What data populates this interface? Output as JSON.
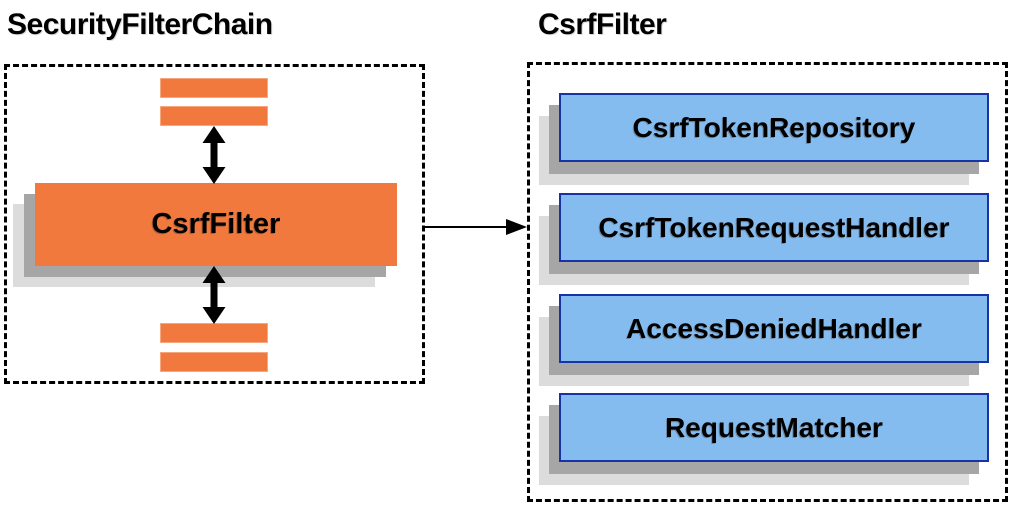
{
  "left_panel": {
    "title": "SecurityFilterChain",
    "csrf_filter_box": {
      "label": "CsrfFilter"
    }
  },
  "right_panel": {
    "title": "CsrfFilter",
    "items": [
      {
        "label": "CsrfTokenRepository"
      },
      {
        "label": "CsrfTokenRequestHandler"
      },
      {
        "label": "AccessDeniedHandler"
      },
      {
        "label": "RequestMatcher"
      }
    ]
  },
  "icons": {
    "bidirectional_arrow": "↕",
    "flow_arrow": "→"
  },
  "colors": {
    "orange": "#F2793D",
    "blue_fill": "#85BCF0",
    "blue_border": "#1733A5",
    "shadow_mid": "#A6A6A6",
    "shadow_light": "#DCDCDC",
    "line": "#000000"
  }
}
